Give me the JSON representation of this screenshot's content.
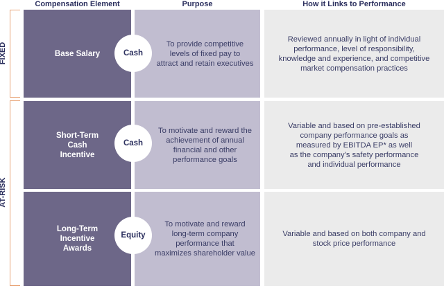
{
  "headers": {
    "col1": "Compensation Element",
    "col2": "Purpose",
    "col3": "How it Links to Performance"
  },
  "groups": [
    {
      "label": "FIXED",
      "accent_color": "#e8a274"
    },
    {
      "label": "AT-RISK",
      "accent_color": "#e8a274"
    }
  ],
  "rows": [
    {
      "element": "Base Salary",
      "type": "Cash",
      "purpose": "To provide competitive\nlevels of fixed pay to\nattract and retain executives",
      "performance_link": "Reviewed annually in light of individual\nperformance, level of responsibility,\nknowledge and experience, and competitive\nmarket compensation practices"
    },
    {
      "element": "Short-Term\nCash\nIncentive",
      "type": "Cash",
      "purpose": "To motivate and reward the\nachievement of annual\nfinancial and other\nperformance goals",
      "performance_link": "Variable and based on pre-established\ncompany performance goals as\nmeasured by EBITDA EP* as well\nas the company’s safety performance\nand individual performance"
    },
    {
      "element": "Long-Term\nIncentive\nAwards",
      "type": "Equity",
      "purpose": "To motivate and reward\nlong-term company\nperformance that\nmaximizes shareholder value",
      "performance_link": "Variable and based on both company and\nstock price performance"
    }
  ],
  "colors": {
    "element_fill": "#6d6788",
    "purpose_fill": "#c1bdd0",
    "link_fill": "#ebebeb",
    "text_dark": "#2b2f5e",
    "bracket": "#e8a274"
  }
}
